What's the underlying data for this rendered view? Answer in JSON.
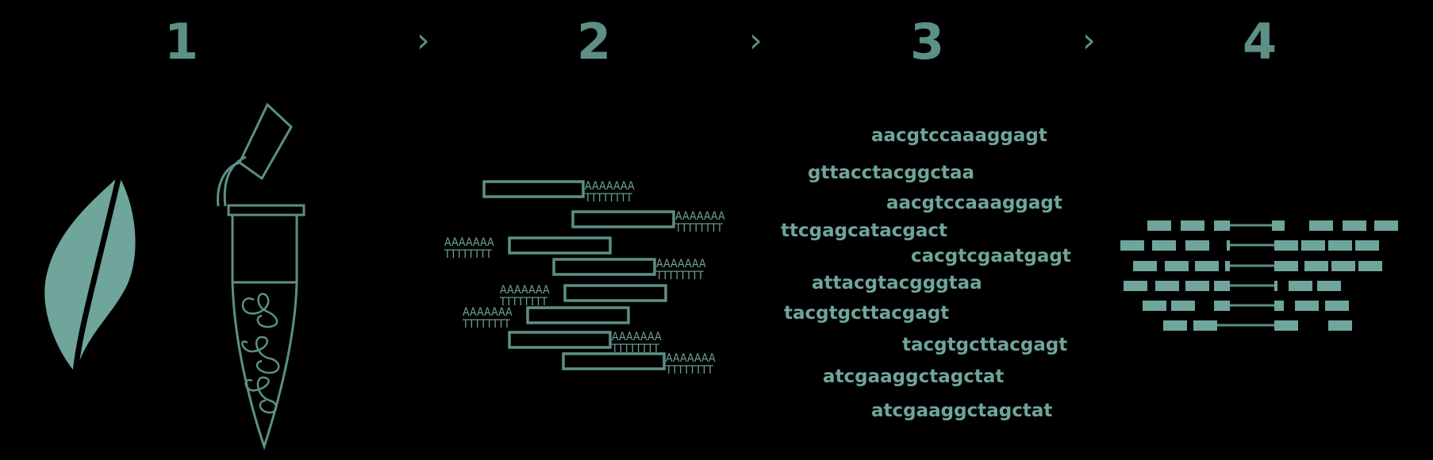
{
  "steps": [
    "1",
    "2",
    "3",
    "4"
  ],
  "colors": {
    "background": "#000000",
    "accent": "#5c8f86",
    "fill": "#6fa59b",
    "stroke": "#5c8f86"
  },
  "icons": [
    "leaf-icon",
    "microtube-icon",
    "chevron-right-icon"
  ],
  "polyA": {
    "a": "AAAAAAA",
    "t": "TTTTTTTT"
  },
  "reads": [
    "aacgtccaaaggagt",
    "gttacctacggctaa",
    "aacgtccaaaggagt",
    "ttcgagcatacgact",
    "cacgtcgaatgagt",
    "attacgtacgggtaa",
    "tacgtgcttacgagt",
    "tacgtgcttacgagt",
    "atcgaaggctagctat",
    "atcgaaggctagctat"
  ]
}
